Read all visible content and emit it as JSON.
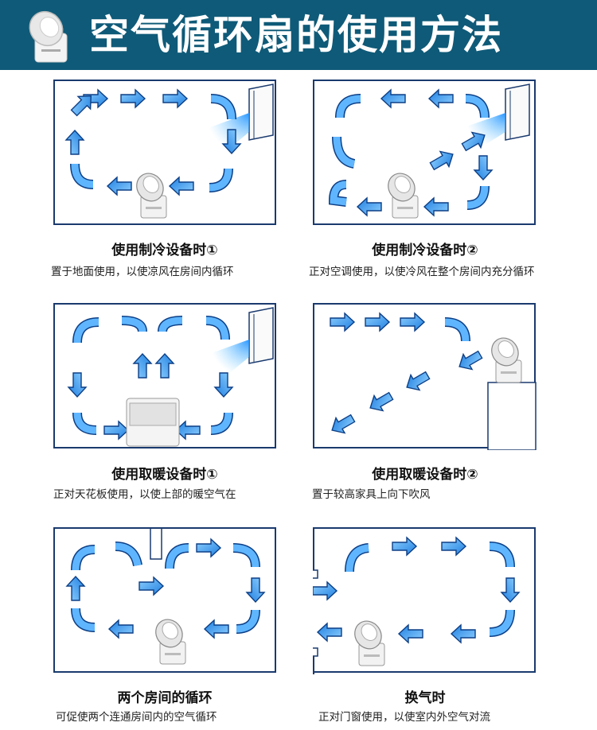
{
  "header": {
    "title": "空气循环扇的使用方法",
    "bg_color": "#0f5a78",
    "icon": "fan-icon"
  },
  "accent_color": "#2f8fe0",
  "border_color": "#1a3a6e",
  "sections": [
    {
      "title": "使用制冷设备时①",
      "desc": "置于地面使用，以使凉风在房间内循环"
    },
    {
      "title": "使用制冷设备时②",
      "desc": "正对空调使用，以使冷风在整个房间内充分循环"
    },
    {
      "title": "使用取暖设备时①",
      "desc": "正对天花板使用，以使上部的暖空气在"
    },
    {
      "title": "使用取暖设备时②",
      "desc": "置于较高家具上向下吹风"
    },
    {
      "title": "两个房间的循环",
      "desc": "可促使两个连通房间内的空气循环"
    },
    {
      "title": "换气时",
      "desc": "正对门窗使用，以使室内外空气对流"
    }
  ]
}
